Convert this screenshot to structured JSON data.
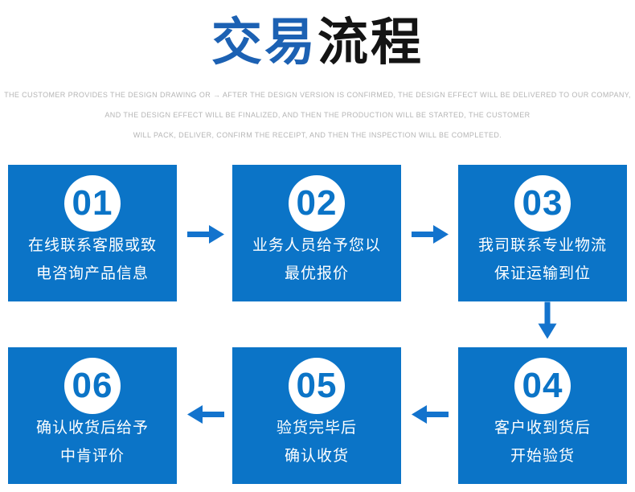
{
  "colors": {
    "box-blue": "#0b74c7",
    "arrow-blue": "#1373cd",
    "title-blue": "#1c61b3",
    "title-dark": "#141414",
    "subtitle-gray": "#b5b5b5"
  },
  "title": {
    "part1": "交易",
    "part2": "流程"
  },
  "subtitle_lines": [
    "THE CUSTOMER PROVIDES THE DESIGN DRAWING OR → AFTER THE DESIGN VERSION IS CONFIRMED, THE DESIGN EFFECT WILL BE DELIVERED TO OUR COMPANY,",
    "AND THE DESIGN EFFECT WILL BE FINALIZED, AND THEN THE PRODUCTION WILL BE STARTED, THE CUSTOMER",
    "WILL PACK, DELIVER, CONFIRM THE RECEIPT, AND THEN THE INSPECTION WILL BE COMPLETED."
  ],
  "steps": [
    {
      "number": "01",
      "lines": [
        "在线联系客服或致",
        "电咨询产品信息"
      ]
    },
    {
      "number": "02",
      "lines": [
        "业务人员给予您以",
        "最优报价"
      ]
    },
    {
      "number": "03",
      "lines": [
        "我司联系专业物流",
        "保证运输到位"
      ]
    },
    {
      "number": "04",
      "lines": [
        "客户收到货后",
        "开始验货"
      ]
    },
    {
      "number": "05",
      "lines": [
        "验货完毕后",
        "确认收货"
      ]
    },
    {
      "number": "06",
      "lines": [
        "确认收货后给予",
        "中肯评价"
      ]
    }
  ],
  "icons": {
    "arrow-right": "→",
    "arrow-left": "←",
    "arrow-down": "↓"
  }
}
